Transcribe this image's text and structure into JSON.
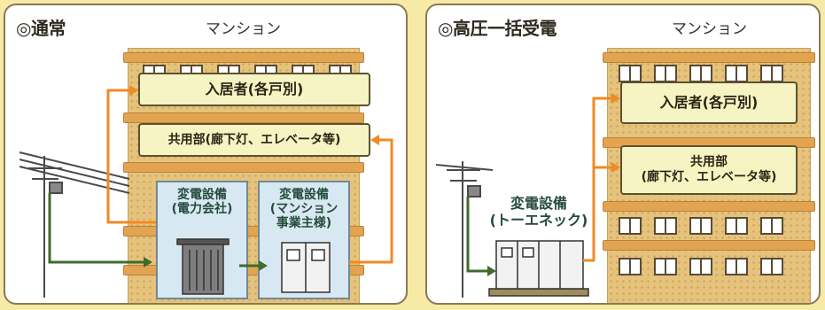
{
  "left": {
    "title": "◎通常",
    "building_label": "マンション",
    "residents": "入居者(各戸別)",
    "common": "共用部(廊下灯、エレベータ等)",
    "sub1": [
      "変電設備",
      "(電力会社)"
    ],
    "sub2": [
      "変電設備",
      "(マンション",
      "事業主様)"
    ]
  },
  "right": {
    "title": "◎高圧一括受電",
    "building_label": "マンション",
    "residents": "入居者(各戸別)",
    "common": [
      "共用部",
      "(廊下灯、エレベータ等)"
    ],
    "sub": [
      "変電設備",
      "(トーエネック)"
    ]
  },
  "colors": {
    "orange_line": "#f08a24",
    "green_line": "#3f6b2d",
    "building": "#e6c37c"
  }
}
